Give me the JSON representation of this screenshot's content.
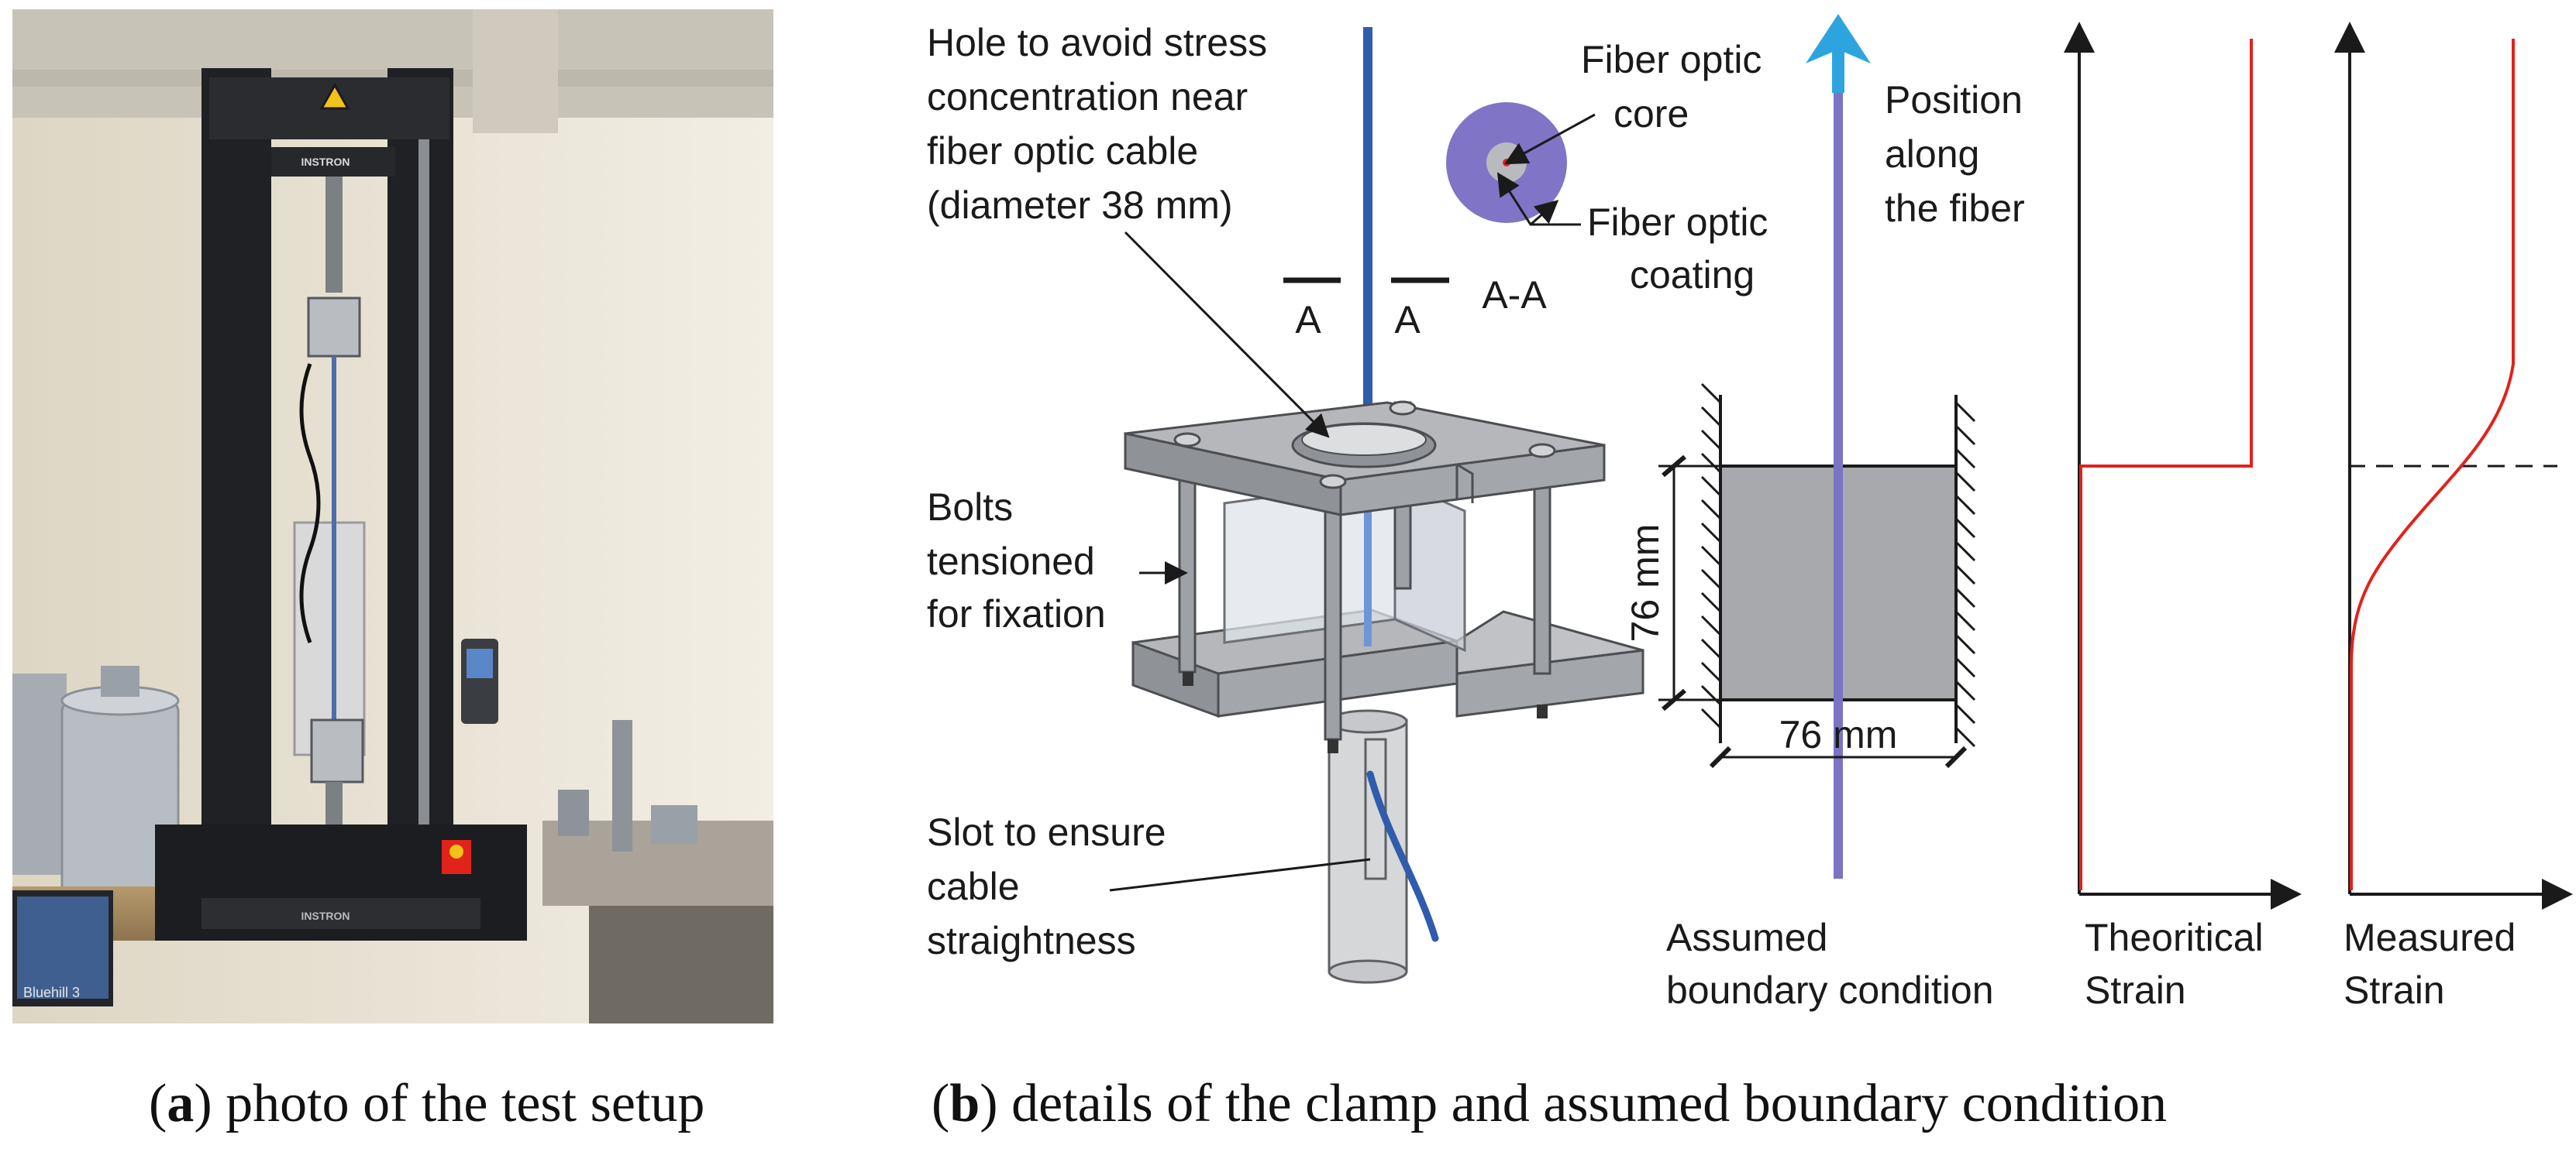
{
  "colors": {
    "fiber_blue": "#2f5cad",
    "fiber_violet": "#7b73c4",
    "arrow_cyan": "#2ea4df",
    "coating_fill": "#7f74c6",
    "strain_red": "#e0231b",
    "clamp_gray": "#9b9ea3"
  },
  "panel_a": {
    "photo_labels": [
      "INSTRON",
      "INSTRON",
      "Bluehill 3"
    ],
    "caption_letter": "a",
    "caption_text": "photo of the test setup"
  },
  "panel_b": {
    "caption_letter": "b",
    "caption_text": "details of the clamp and assumed boundary condition",
    "clamp_labels": {
      "hole": [
        "Hole to avoid stress",
        "concentration near",
        "fiber optic cable",
        "(diameter 38 mm)"
      ],
      "bolts": [
        "Bolts",
        "tensioned",
        "for fixation"
      ],
      "slot": [
        "Slot to ensure",
        "cable",
        "straightness"
      ]
    },
    "section": {
      "marker_left": "A",
      "marker_right": "A",
      "name": "A-A",
      "core_label": [
        "Fiber optic",
        "core"
      ],
      "coating_label": [
        "Fiber optic",
        "coating"
      ]
    },
    "boundary": {
      "position_label": [
        "Position",
        "along",
        "the fiber"
      ],
      "height_dim": "76 mm",
      "width_dim": "76 mm",
      "caption": [
        "Assumed",
        "boundary condition"
      ]
    },
    "theoretical_strain": {
      "label": [
        "Theoritical",
        "Strain"
      ],
      "icons": [
        "y-axis-arrow-icon",
        "x-axis-arrow-icon"
      ]
    },
    "measured_strain": {
      "label": [
        "Measured",
        "Strain"
      ],
      "icons": [
        "y-axis-arrow-icon",
        "x-axis-arrow-icon"
      ]
    }
  }
}
